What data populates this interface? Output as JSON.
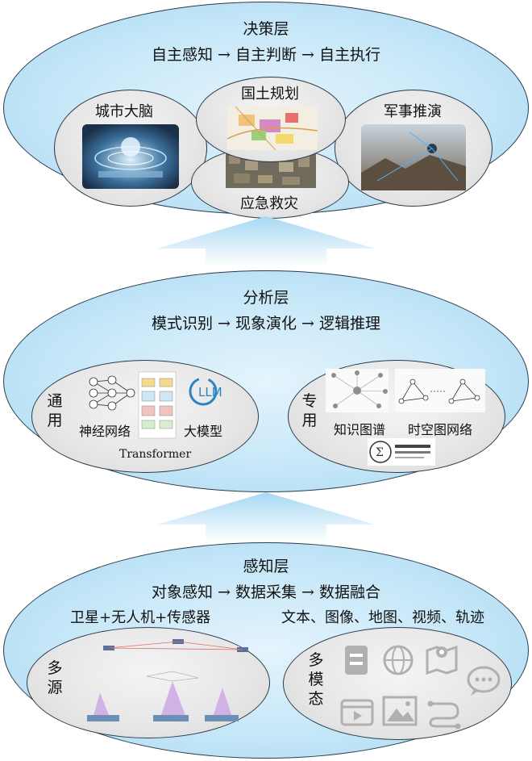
{
  "decision_layer": {
    "title": "决策层",
    "flow": "自主感知 → 自主判断 → 自主执行",
    "apps": {
      "city_brain": "城市大脑",
      "land_planning": "国土规划",
      "military": "军事推演",
      "emergency": "应急救灾"
    }
  },
  "analysis_layer": {
    "title": "分析层",
    "flow": "模式识别 → 现象演化 → 逻辑推理",
    "general": {
      "label": "通用",
      "neural_network": "神经网络",
      "large_model": "大模型",
      "transformer": "Transformer",
      "llm_logo": "LLM"
    },
    "specialized": {
      "label": "专用",
      "knowledge_graph": "知识图谱",
      "spatiotemporal_network": "时空图网络"
    }
  },
  "perception_layer": {
    "title": "感知层",
    "flow": "对象感知 → 数据采集 → 数据融合",
    "sources_caption": "卫星+无人机+传感器",
    "modalities_caption": "文本、图像、地图、视频、轨迹",
    "multi_source": "多源",
    "multi_modal": "多模态"
  },
  "colors": {
    "layer_fill": "#c6e7f8",
    "inner_fill": "#e6e6e6",
    "border": "#2a3c4c",
    "arrow": "#bfe3f6",
    "modal_icon": "#b0b0b0"
  },
  "icons": [
    "document-icon",
    "globe-icon",
    "map-icon",
    "chat-icon",
    "video-icon",
    "image-icon",
    "trajectory-icon"
  ]
}
